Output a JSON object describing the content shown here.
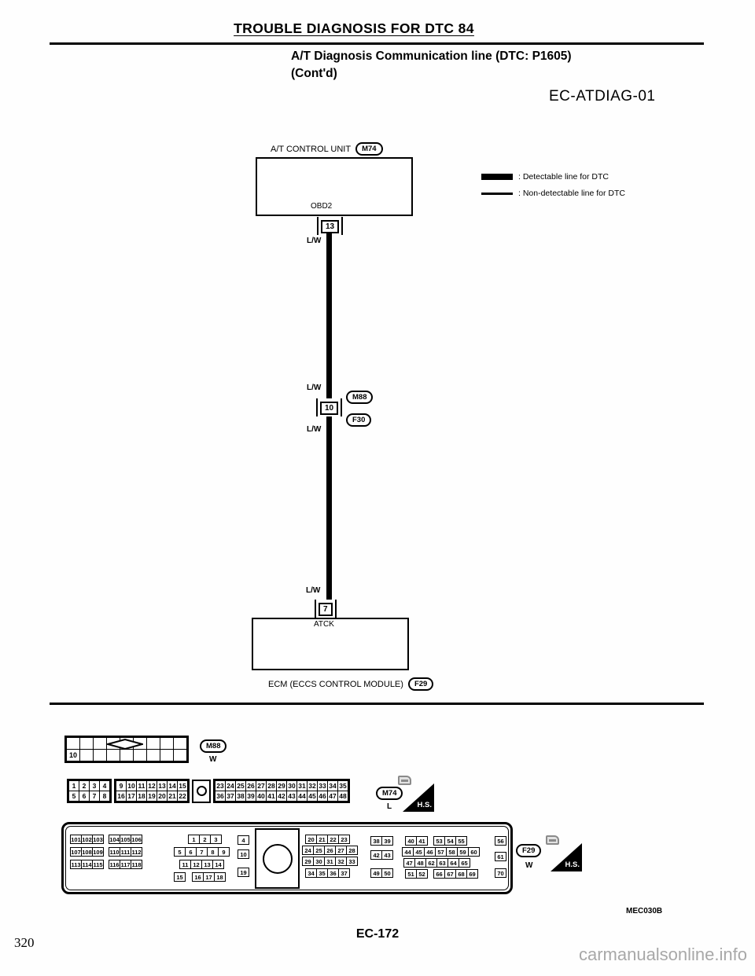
{
  "page": {
    "title": "TROUBLE DIAGNOSIS FOR DTC 84",
    "subtitle_line1": "A/T Diagnosis Communication line (DTC: P1605)",
    "subtitle_line2": "(Cont'd)",
    "diagram_id": "EC-ATDIAG-01",
    "figure_code": "MEC030B",
    "page_code": "EC-172",
    "page_number": "320",
    "watermark": "carmanualsonline.info"
  },
  "colors": {
    "ink": "#000000",
    "paper": "#fefefe",
    "watermark_gray": "#a8a8a8"
  },
  "legend": {
    "detectable_label": ": Detectable line for DTC",
    "non_detectable_label": ": Non-detectable line for DTC"
  },
  "wiring": {
    "wire_color": "L/W",
    "top_unit": {
      "label": "A/T CONTROL UNIT",
      "connector": "M74",
      "port": "OBD2",
      "pin": "13"
    },
    "mid_connector": {
      "upper_ref": "M88",
      "lower_ref": "F30",
      "pin": "10"
    },
    "bottom_unit": {
      "pin": "7",
      "terminal": "ATCK",
      "label": "ECM (ECCS CONTROL MODULE)",
      "connector": "F29"
    }
  },
  "connector_views": {
    "m88": {
      "ref": "M88",
      "color_code": "W",
      "rows": [
        [
          "",
          "",
          "",
          "",
          "",
          "",
          "",
          "",
          ""
        ],
        [
          "10",
          "",
          "",
          "",
          "",
          "",
          "",
          "",
          ""
        ]
      ]
    },
    "m74": {
      "ref": "M74",
      "color_code": "L",
      "hs_label": "H.S.",
      "left_rows": [
        [
          "1",
          "2",
          "3",
          "4"
        ],
        [
          "5",
          "6",
          "7",
          "8"
        ]
      ],
      "mid_rows": [
        [
          "9",
          "10",
          "11",
          "12",
          "13",
          "14",
          "15"
        ],
        [
          "16",
          "17",
          "18",
          "19",
          "20",
          "21",
          "22"
        ]
      ],
      "right_rows": [
        [
          "23",
          "24",
          "25",
          "26",
          "27",
          "28",
          "29",
          "30",
          "31",
          "32",
          "33",
          "34",
          "35"
        ],
        [
          "36",
          "37",
          "38",
          "39",
          "40",
          "41",
          "42",
          "43",
          "44",
          "45",
          "46",
          "47",
          "48"
        ]
      ]
    },
    "f29": {
      "ref": "F29",
      "color_code": "W",
      "hs_label": "H.S.",
      "left_a": [
        [
          "101",
          "102",
          "103"
        ],
        [
          "107",
          "108",
          "109"
        ],
        [
          "113",
          "114",
          "115"
        ]
      ],
      "left_b": [
        [
          "104",
          "105",
          "106"
        ],
        [
          "110",
          "111",
          "112"
        ],
        [
          "116",
          "117",
          "118"
        ]
      ],
      "mid_rows": [
        [
          "1",
          "2",
          "3"
        ],
        [
          "5",
          "6",
          "7",
          "8",
          "9"
        ],
        [
          "11",
          "12",
          "13",
          "14"
        ]
      ],
      "mid_row4_a": [
        "15"
      ],
      "mid_row4_b": [
        "16",
        "17",
        "18"
      ],
      "mid_col": [
        [
          "4"
        ],
        [
          "10"
        ],
        [
          "19"
        ]
      ],
      "right_a": [
        [
          "20",
          "21",
          "22",
          "23"
        ],
        [
          "24",
          "25",
          "26",
          "27",
          "28"
        ],
        [
          "29",
          "30",
          "31",
          "32",
          "33"
        ],
        [
          "34",
          "35",
          "36",
          "37"
        ]
      ],
      "pair_col": [
        [
          "38",
          "39"
        ],
        [
          "42",
          "43"
        ],
        [
          "49",
          "50"
        ]
      ],
      "big_r1_a": [
        "40",
        "41"
      ],
      "big_r1_b": [
        "53",
        "54",
        "55"
      ],
      "big_r2": [
        "44",
        "45",
        "46",
        "57",
        "58",
        "59",
        "60"
      ],
      "big_r3": [
        "47",
        "48",
        "62",
        "63",
        "64",
        "65"
      ],
      "big_r4_a": [
        "51",
        "52"
      ],
      "big_r4_b": [
        "66",
        "67",
        "68",
        "69"
      ],
      "end_col": [
        [
          "56"
        ],
        [
          "61"
        ],
        [
          "70"
        ]
      ]
    }
  }
}
